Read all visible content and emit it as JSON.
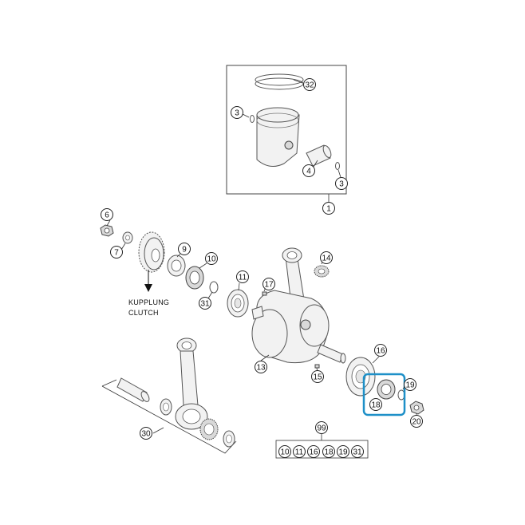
{
  "callouts": {
    "c32": "32",
    "c3a": "3",
    "c4": "4",
    "c3b": "3",
    "c1": "1",
    "c6": "6",
    "c7": "7",
    "c9": "9",
    "c10": "10",
    "c11": "11",
    "c31": "31",
    "c14": "14",
    "c17": "17",
    "c13": "13",
    "c15": "15",
    "c16": "16",
    "c19": "19",
    "c18": "18",
    "c20": "20",
    "c30": "30",
    "c99": "99"
  },
  "kit_items": [
    "10",
    "11",
    "16",
    "18",
    "19",
    "31"
  ],
  "notes": {
    "line1": "KUPPLUNG",
    "line2": "CLUTCH"
  },
  "highlight_color": "#1e90c8"
}
